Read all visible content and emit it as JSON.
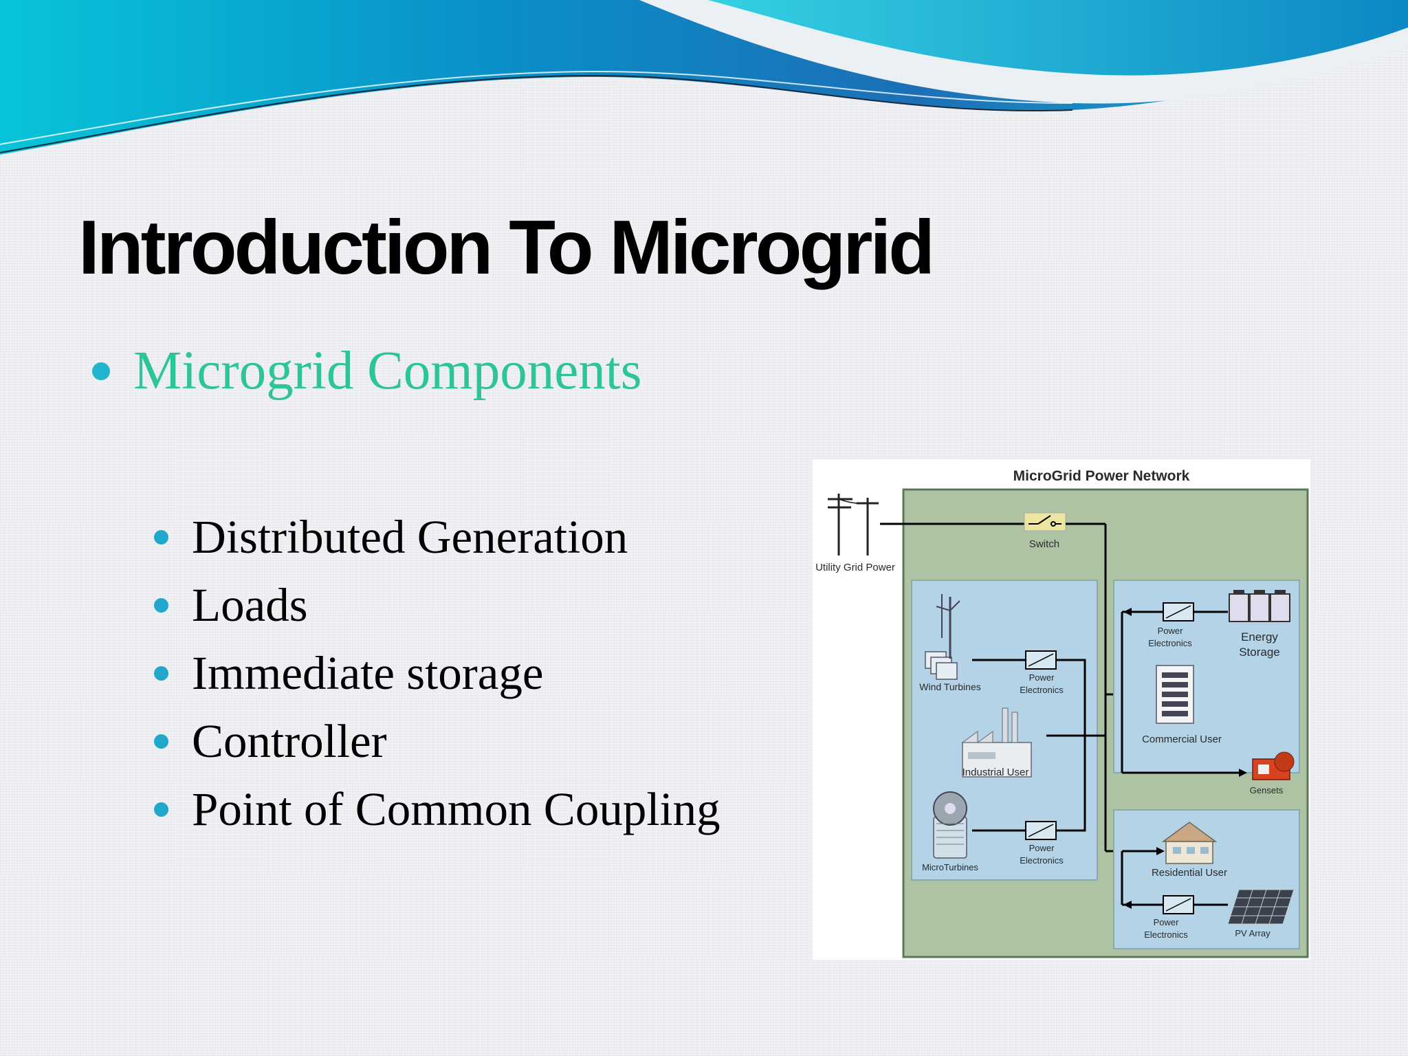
{
  "slide": {
    "title": "Introduction To Microgrid",
    "level1": {
      "text": "Microgrid Components"
    },
    "level2": [
      "Distributed Generation",
      "Loads",
      "Immediate storage",
      "Controller",
      "Point of Common Coupling"
    ]
  },
  "diagram": {
    "title": "MicroGrid Power Network",
    "utility": "Utility Grid Power",
    "switch": "Switch",
    "wind": "Wind Turbines",
    "pe_wind": [
      "Power",
      "Electronics"
    ],
    "industrial": "Industrial User",
    "microturbines": "MicroTurbines",
    "pe_micro": [
      "Power",
      "Electronics"
    ],
    "pe_storage": [
      "Power",
      "Electronics"
    ],
    "energy_storage": [
      "Energy",
      "Storage"
    ],
    "commercial": "Commercial User",
    "gensets": "Gensets",
    "residential": "Residential User",
    "pe_pv": [
      "Power",
      "Electronics"
    ],
    "pv": "PV Array"
  },
  "colors": {
    "accent_teal": "#22b3cf",
    "subheading_green": "#2ec49a",
    "diagram_outer": "#adc3a3",
    "diagram_panel": "#b5d3e6"
  }
}
